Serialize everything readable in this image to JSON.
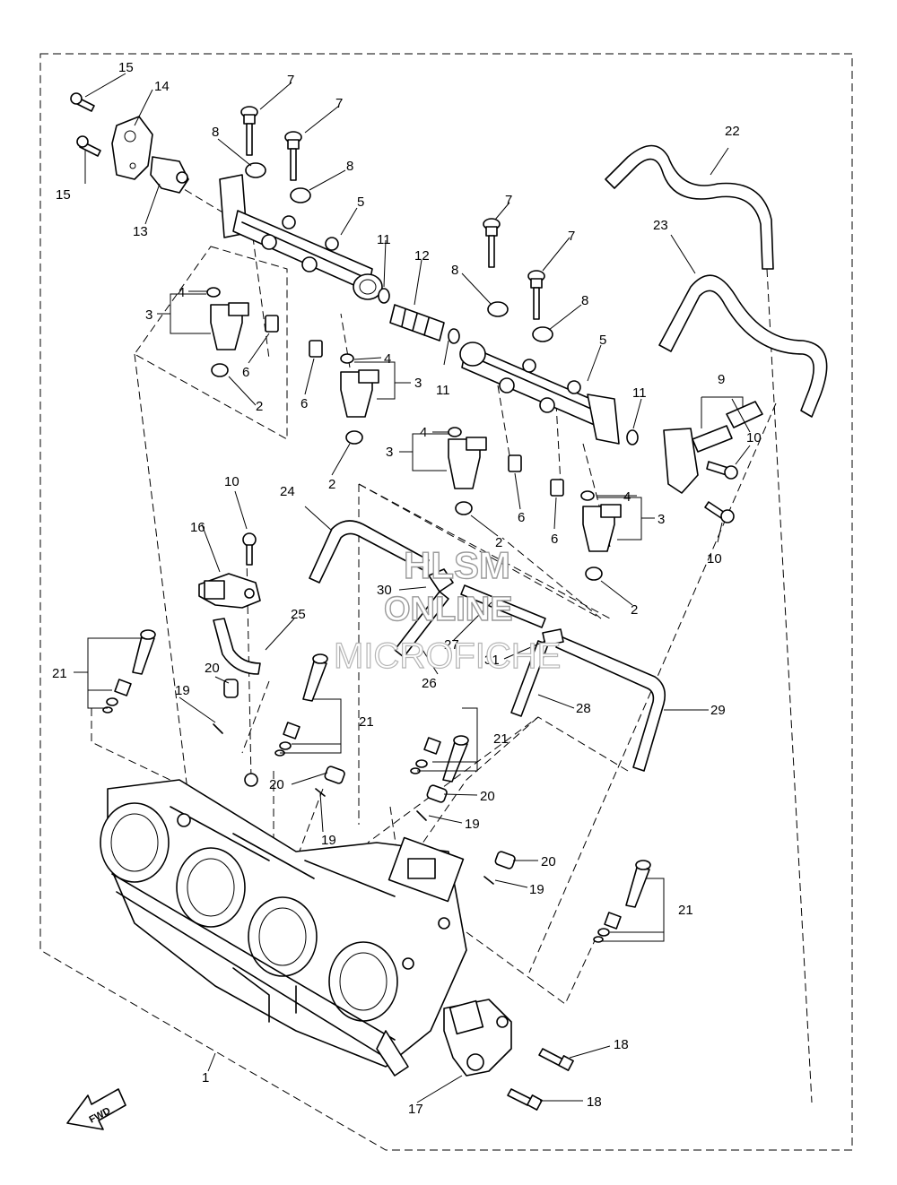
{
  "diagram": {
    "callouts": {
      "c1": "1",
      "c2a": "2",
      "c2b": "2",
      "c2c": "2",
      "c2d": "2",
      "c3a": "3",
      "c3b": "3",
      "c3c": "3",
      "c3d": "3",
      "c4a": "4",
      "c4b": "4",
      "c4c": "4",
      "c4d": "4",
      "c5a": "5",
      "c5b": "5",
      "c6a": "6",
      "c6b": "6",
      "c6c": "6",
      "c6d": "6",
      "c7a": "7",
      "c7b": "7",
      "c7c": "7",
      "c7d": "7",
      "c8a": "8",
      "c8b": "8",
      "c8c": "8",
      "c8d": "8",
      "c9": "9",
      "c10a": "10",
      "c10b": "10",
      "c10c": "10",
      "c11a": "11",
      "c11b": "11",
      "c11c": "11",
      "c12": "12",
      "c13": "13",
      "c14": "14",
      "c15a": "15",
      "c15b": "15",
      "c16": "16",
      "c17": "17",
      "c18a": "18",
      "c18b": "18",
      "c19a": "19",
      "c19b": "19",
      "c19c": "19",
      "c19d": "19",
      "c20a": "20",
      "c20b": "20",
      "c20c": "20",
      "c20d": "20",
      "c21a": "21",
      "c21b": "21",
      "c21c": "21",
      "c21d": "21",
      "c22": "22",
      "c23": "23",
      "c24": "24",
      "c25": "25",
      "c26": "26",
      "c27": "27",
      "c28": "28",
      "c29": "29",
      "c30": "30",
      "c31": "31"
    },
    "fwd_label": "FWD",
    "watermark": {
      "line1": "HLSM",
      "line2": "ONLINE",
      "line3": "MICROFICHE"
    }
  }
}
